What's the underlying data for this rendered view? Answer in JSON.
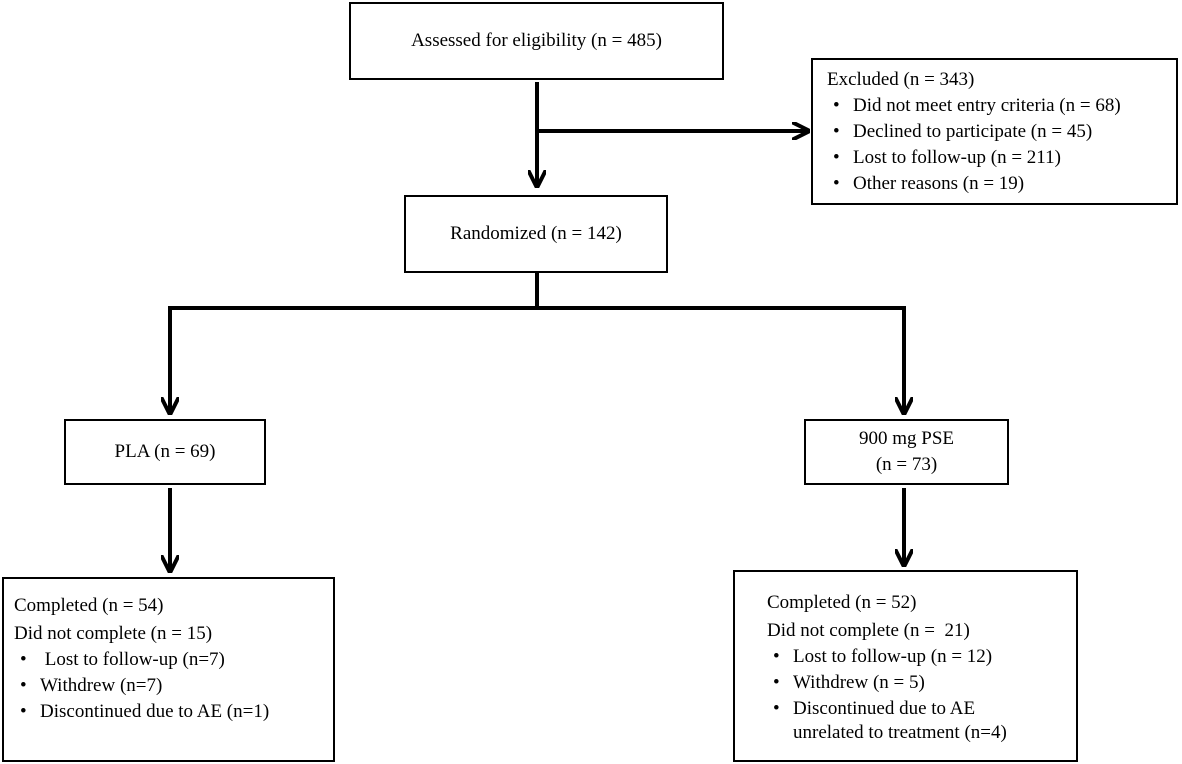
{
  "assessed": {
    "text": "Assessed for eligibility (n = 485)"
  },
  "excluded": {
    "title": "Excluded (n = 343)",
    "reasons": [
      "Did not meet entry criteria (n = 68)",
      "Declined to participate (n = 45)",
      "Lost to follow-up (n = 211)",
      "Other reasons (n = 19)"
    ]
  },
  "randomized": {
    "text": "Randomized (n = 142)"
  },
  "pla": {
    "text": "PLA (n = 69)"
  },
  "pse": {
    "line1": "900 mg PSE",
    "line2": "(n = 73)"
  },
  "pla_outcome": {
    "completed": "Completed (n = 54)",
    "not_completed": "Did not complete (n = 15)",
    "reasons": [
      " Lost to follow-up (n=7)",
      "Withdrew (n=7)",
      "Discontinued due to AE (n=1)"
    ]
  },
  "pse_outcome": {
    "completed": "Completed (n = 52)",
    "not_completed": "Did not complete (n =  21)",
    "reasons": [
      "Lost to follow-up (n = 12)",
      "Withdrew (n = 5)",
      "Discontinued due to AE",
      "unrelated to treatment (n=4)"
    ]
  }
}
